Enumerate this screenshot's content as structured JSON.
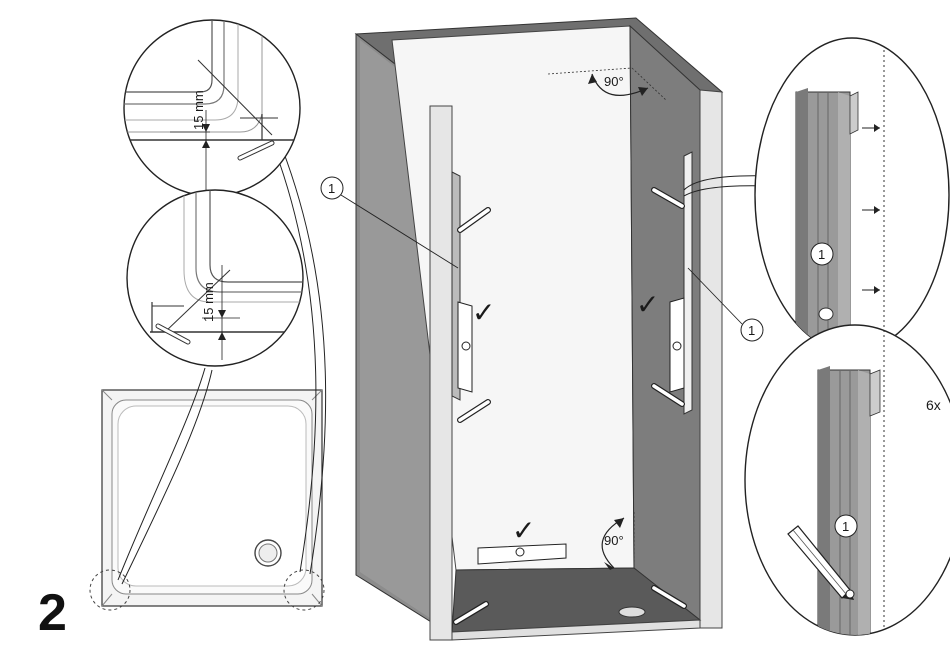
{
  "step_number": "2",
  "callout": "1",
  "gap_label": "15 mm",
  "angle_label": "90°",
  "count_label": "6x",
  "check_mark": "✓",
  "colors": {
    "wall_dark": "#7a7a7a",
    "wall_mid": "#9a9a9a",
    "wall_light": "#e4e4e4",
    "line": "#1a1a1a",
    "tray": "#f2f2f2"
  }
}
